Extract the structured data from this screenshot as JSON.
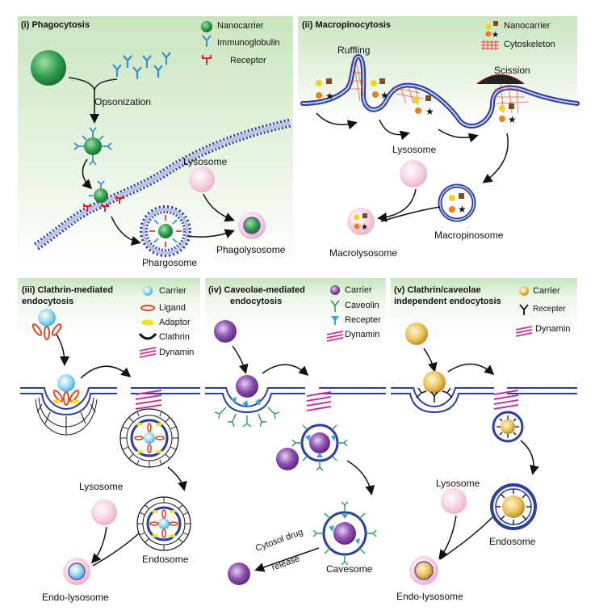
{
  "panels": {
    "phagocytosis": {
      "title": "(i) Phagocytosis",
      "legend": [
        "Nanocarrier",
        "Immunoglobulin",
        "Receptor"
      ],
      "labels": {
        "opsonization": "Opsonization",
        "lysosome": "Lysosome",
        "phargosome": "Phargosome",
        "phagolysosome": "Phagolysosome"
      }
    },
    "macropinocytosis": {
      "title": "(ii) Macropinocytosis",
      "legend": [
        "Nanocarrier",
        "Cytoskeleton"
      ],
      "labels": {
        "ruffling": "Ruffling",
        "scission": "Scission",
        "lysosome": "Lysosome",
        "macropinosome": "Macropinosome",
        "macrolysosome": "Macrolysosome"
      }
    },
    "clathrin": {
      "title_line1": "(iii) Clathrin-mediated",
      "title_line2": "endocytosis",
      "legend": [
        "Carrier",
        "Ligand",
        "Adaptor",
        "Clathrin",
        "Dynamin"
      ],
      "labels": {
        "lysosome": "Lysosome",
        "endosome": "Endosome",
        "endolysosome": "Endo-lysosome"
      }
    },
    "caveolae": {
      "title_line1": "(iv) Caveolae-mediated",
      "title_line2": "endocytosis",
      "legend": [
        "Carrier",
        "Caveolin",
        "Recepter",
        "Dynamin"
      ],
      "labels": {
        "release_line1": "Cytosol drug",
        "release_line2": "release",
        "cavesome": "Cavesome"
      }
    },
    "independent": {
      "title_line1": "(v) Clathrin/caveolae",
      "title_line2": "independent endocytosis",
      "legend": [
        "Carrier",
        "Recepter",
        "Dynamin"
      ],
      "labels": {
        "lysosome": "Lysosome",
        "endosome": "Endosome",
        "endolysosome": "Endo-lysosome"
      }
    }
  },
  "colors": {
    "panel_top": "#cfe8c5",
    "membrane": "#2b3f9e",
    "lysosome": "#f3b8d6",
    "nanocarrier": "#2e9a4a",
    "clathrin_carrier": "#5cc3ea",
    "caveolae_carrier": "#7b3c9e",
    "independent_carrier": "#e2b33c",
    "dynamin": "#c0369b"
  }
}
